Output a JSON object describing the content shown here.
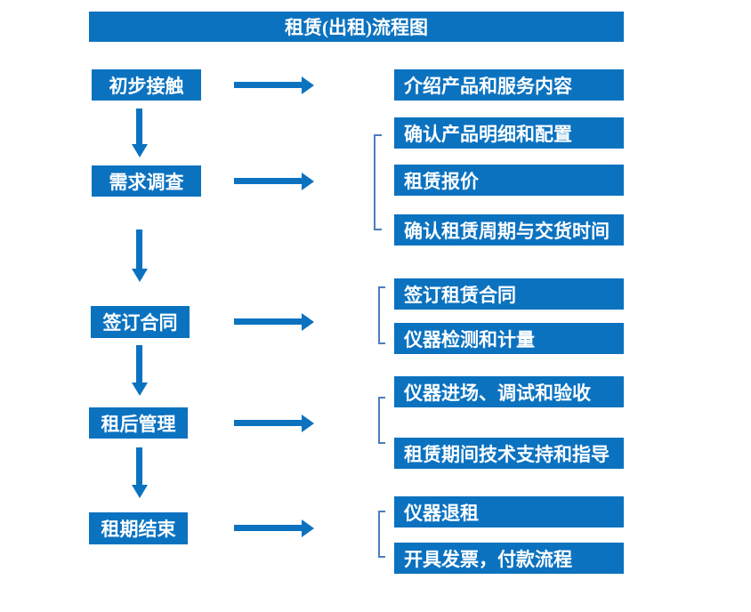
{
  "title": "租赁(出租)流程图",
  "colors": {
    "primary_blue": "#0B72C0",
    "bracket_blue": "#4A7EBD",
    "text": "#FFFFFF",
    "background": "#FFFFFF"
  },
  "stages": [
    {
      "label": "初步接触",
      "details": [
        "介绍产品和服务内容"
      ]
    },
    {
      "label": "需求调查",
      "details": [
        "确认产品明细和配置",
        "租赁报价",
        "确认租赁周期与交货时间"
      ]
    },
    {
      "label": "签订合同",
      "details": [
        "签订租赁合同",
        "仪器检测和计量"
      ]
    },
    {
      "label": "租后管理",
      "details": [
        "仪器进场、调试和验收",
        "租赁期间技术支持和指导"
      ]
    },
    {
      "label": "租期结束",
      "details": [
        "仪器退租",
        "开具发票，付款流程"
      ]
    }
  ]
}
